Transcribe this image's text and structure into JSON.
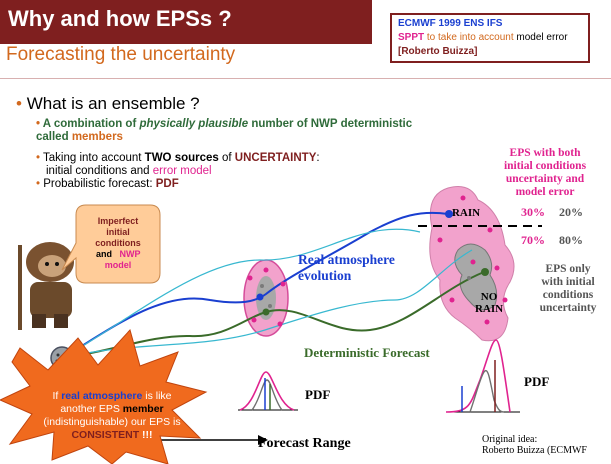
{
  "header": {
    "title": "Why and how EPSs ?",
    "subtitle": "Forecasting the uncertainty"
  },
  "reference_box": {
    "line1": "ECMWF 1999 ENS IFS",
    "line2_part1": "SPPT",
    "line2_part2": " to take into account",
    "line2_part3": " model error",
    "line3": "[Roberto Buizza]"
  },
  "bullets": {
    "main": "What is an ensemble ?",
    "sub1_part1": "A combination of ",
    "sub1_italic": "physically plausible",
    "sub1_part2": " number of NWP deterministic called ",
    "sub1_members": "members",
    "sub2_part1": "Taking into account ",
    "sub2_two": "TWO sources",
    "sub2_part2": " of ",
    "sub2_uncertainty": "UNCERTAINTY",
    "sub2_colon": ":",
    "sub2_ic": "initial conditions",
    "sub2_and": " and ",
    "sub2_model": "error model",
    "sub3_part1": "Probabilistic forecast: ",
    "sub3_pdf": "PDF"
  },
  "figure": {
    "imperfect_line1": "Imperfect",
    "imperfect_line2": "initial",
    "imperfect_line3": "conditions",
    "imperfect_line4_and": "and",
    "imperfect_line4_nwp": "NWP",
    "imperfect_line5": "model",
    "real_atmos_line1": "Real atmosphere",
    "real_atmos_line2": "evolution",
    "deterministic": "Deterministic Forecast",
    "pdf_left": "PDF",
    "pdf_right": "PDF",
    "forecast_range": "Forecast Range",
    "rain": "RAIN",
    "no_rain_line1": "NO",
    "no_rain_line2": "RAIN",
    "pct_30": "30%",
    "pct_20": "20%",
    "pct_70": "70%",
    "pct_80": "80%",
    "eps_both_line1": "EPS with both",
    "eps_both_line2": "initial conditions",
    "eps_both_line3": "uncertainty and",
    "eps_both_line4": "model error",
    "eps_only_line1": "EPS only",
    "eps_only_line2": "with initial",
    "eps_only_line3": "conditions",
    "eps_only_line4": "uncertainty"
  },
  "callout": {
    "p1": "If ",
    "real_atmos": "real atmosphere",
    "p2": " is like another EPS ",
    "member": "member",
    "p3": " (indistinguishable) our EPS is ",
    "consistent": "CONSISTENT",
    "p4": " !!!"
  },
  "credit": {
    "line1": "Original idea:",
    "line2": "Roberto Buizza (ECMWF"
  },
  "colors": {
    "title_bg": "#7f1f1f",
    "accent_orange": "#d2691e",
    "blue": "#1a3fd0",
    "green": "#2f6b3a",
    "magenta": "#e0238f",
    "pink_cloud": "#f2a2cc",
    "grey_cloud": "#a8a8a8",
    "burst": "#f06a1e"
  },
  "icons": {
    "bullet": "bullet-dot",
    "character": "ewok-figure"
  }
}
